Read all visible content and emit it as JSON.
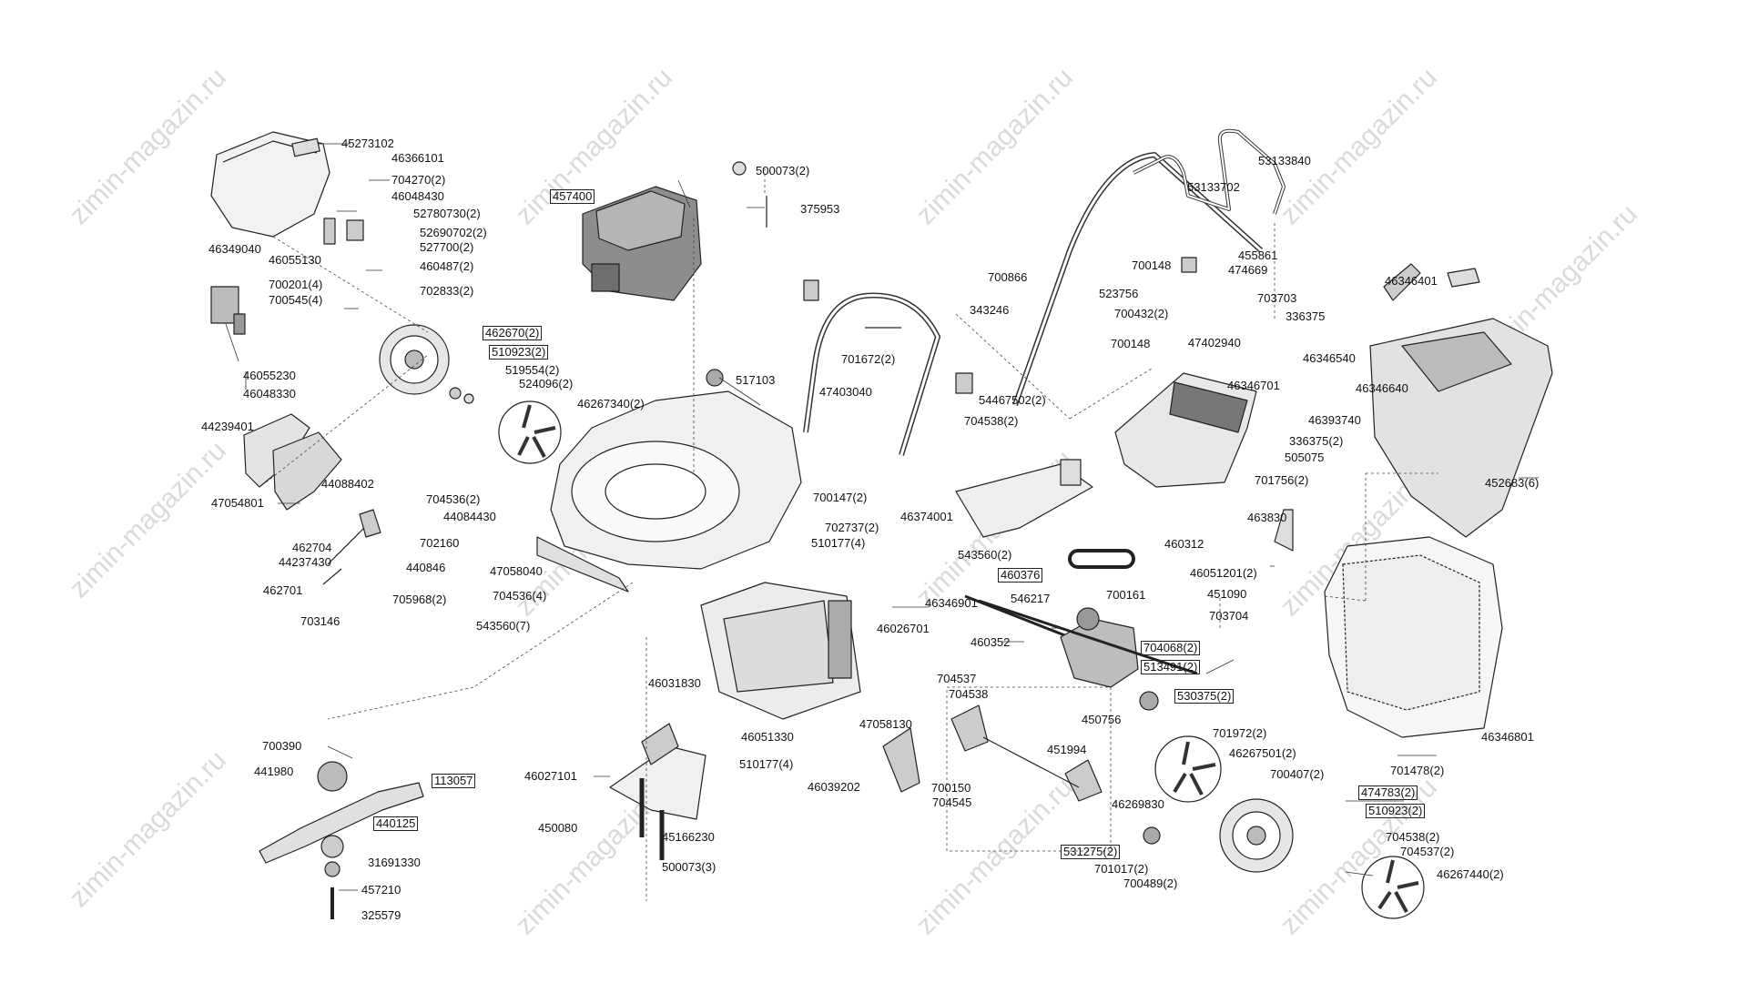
{
  "watermark": "zimin-magazin.ru",
  "colors": {
    "line": "#222222",
    "part_fill": "#f2f2f2",
    "part_dark": "#9a9a9a",
    "engine": "#8d8d8d",
    "watermark": "#d9d9d9"
  },
  "labels": {
    "p45273102": "45273102",
    "p46366101": "46366101",
    "p704270_2": "704270(2)",
    "p46048430": "46048430",
    "p52780730_2": "52780730(2)",
    "p52690702_2": "52690702(2)",
    "p527700_2": "527700(2)",
    "p460487_2": "460487(2)",
    "p702833_2": "702833(2)",
    "p46349040": "46349040",
    "p46055130": "46055130",
    "p700201_4": "700201(4)",
    "p700545_4": "700545(4)",
    "p462670_2": "462670(2)",
    "p510923_2a": "510923(2)",
    "p519554_2": "519554(2)",
    "p524096_2": "524096(2)",
    "p46267340_2": "46267340(2)",
    "p46055230": "46055230",
    "p46048330": "46048330",
    "p44239401": "44239401",
    "p47054801": "47054801",
    "p44088402": "44088402",
    "p704536_2": "704536(2)",
    "p44084430": "44084430",
    "p462704": "462704",
    "p702160": "702160",
    "p44237430": "44237430",
    "p440846": "440846",
    "p462701": "462701",
    "p705968_2": "705968(2)",
    "p703146": "703146",
    "p457400": "457400",
    "p500073_2": "500073(2)",
    "p375953": "375953",
    "p517103": "517103",
    "p700147_2": "700147(2)",
    "p702737_2": "702737(2)",
    "p510177_4a": "510177(4)",
    "p47058040": "47058040",
    "p704536_4": "704536(4)",
    "p543560_7": "543560(7)",
    "p47403040": "47403040",
    "p701672_2": "701672(2)",
    "p53133840": "53133840",
    "p53133702": "53133702",
    "p700148a": "700148",
    "p455861": "455861",
    "p474669": "474669",
    "p700866": "700866",
    "p523756": "523756",
    "p703703": "703703",
    "p343246": "343246",
    "p700432_2": "700432(2)",
    "p700148b": "700148",
    "p47402940": "47402940",
    "p54467502_2": "54467502(2)",
    "p704538_2a": "704538(2)",
    "p46346701": "46346701",
    "p46374001": "46374001",
    "p463830": "463830",
    "p460312": "460312",
    "p46051201_2": "46051201(2)",
    "p543560_2": "543560(2)",
    "p460376": "460376",
    "p451090": "451090",
    "p46346901": "46346901",
    "p546217": "546217",
    "p700161": "700161",
    "p703704": "703704",
    "p46026701": "46026701",
    "p460352": "460352",
    "p704068_2": "704068(2)",
    "p513491_2": "513491(2)",
    "p46031830": "46031830",
    "p704537": "704537",
    "p704538": "704538",
    "p530375_2": "530375(2)",
    "p450756": "450756",
    "p46051330": "46051330",
    "p47058130": "47058130",
    "p510177_4b": "510177(4)",
    "p451994": "451994",
    "p46039202": "46039202",
    "p700150": "700150",
    "p704545": "704545",
    "p46269830": "46269830",
    "p701972_2": "701972(2)",
    "p46267501_2": "46267501(2)",
    "p700407_2": "700407(2)",
    "p474783_2": "474783(2)",
    "p510923_2b": "510923(2)",
    "p531275_2": "531275(2)",
    "p701017_2": "701017(2)",
    "p700489_2": "700489(2)",
    "p704538_2b": "704538(2)",
    "p704537_2": "704537(2)",
    "p46267440_2": "46267440(2)",
    "p46346401": "46346401",
    "p336375": "336375",
    "p46346540": "46346540",
    "p46346640": "46346640",
    "p46393740": "46393740",
    "p336375_2": "336375(2)",
    "p505075": "505075",
    "p701756_2": "701756(2)",
    "p452683_6": "452683(6)",
    "p701478_2": "701478(2)",
    "p46346801": "46346801",
    "p700390": "700390",
    "p441980": "441980",
    "p113057": "113057",
    "p440125": "440125",
    "p31691330": "31691330",
    "p457210": "457210",
    "p325579": "325579",
    "p46027101": "46027101",
    "p450080": "450080",
    "p45166230": "45166230",
    "p500073_3": "500073(3)"
  }
}
